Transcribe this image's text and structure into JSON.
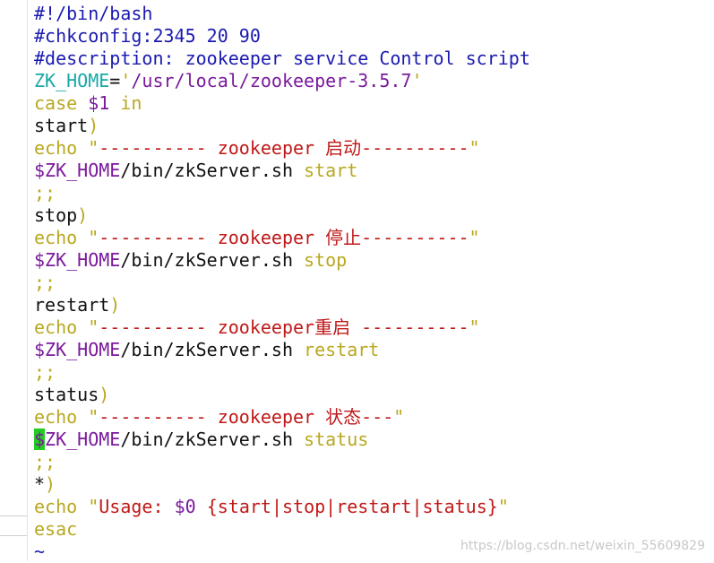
{
  "colors": {
    "plain": "#111111",
    "comment": "#1a1ab0",
    "keyword": "#b8a820",
    "variable": "#7a1a9c",
    "string": "#c01818",
    "constant": "#1aa8a8",
    "cursor": "#22cc22"
  },
  "lines": [
    [
      {
        "t": "#!/bin/bash",
        "c": "comment"
      }
    ],
    [
      {
        "t": "#chkconfig:2345 20 90",
        "c": "comment"
      }
    ],
    [
      {
        "t": "#description: zookeeper service Control script",
        "c": "comment"
      }
    ],
    [
      {
        "t": "ZK_HOME",
        "c": "constant"
      },
      {
        "t": "=",
        "c": "plain"
      },
      {
        "t": "'",
        "c": "keyword"
      },
      {
        "t": "/usr/local/zookeeper-3.5.7",
        "c": "variable"
      },
      {
        "t": "'",
        "c": "keyword"
      }
    ],
    [
      {
        "t": "case ",
        "c": "keyword"
      },
      {
        "t": "$1",
        "c": "variable"
      },
      {
        "t": " in",
        "c": "keyword"
      }
    ],
    [
      {
        "t": "start",
        "c": "plain"
      },
      {
        "t": ")",
        "c": "keyword"
      }
    ],
    [
      {
        "t": "echo ",
        "c": "keyword"
      },
      {
        "t": "\"",
        "c": "keyword"
      },
      {
        "t": "---------- zookeeper 启动----------",
        "c": "string"
      },
      {
        "t": "\"",
        "c": "keyword"
      }
    ],
    [
      {
        "t": "$ZK_HOME",
        "c": "variable"
      },
      {
        "t": "/bin/zkServer.sh ",
        "c": "plain"
      },
      {
        "t": "start",
        "c": "keyword"
      }
    ],
    [
      {
        "t": ";;",
        "c": "keyword"
      }
    ],
    [
      {
        "t": "stop",
        "c": "plain"
      },
      {
        "t": ")",
        "c": "keyword"
      }
    ],
    [
      {
        "t": "echo ",
        "c": "keyword"
      },
      {
        "t": "\"",
        "c": "keyword"
      },
      {
        "t": "---------- zookeeper 停止----------",
        "c": "string"
      },
      {
        "t": "\"",
        "c": "keyword"
      }
    ],
    [
      {
        "t": "$ZK_HOME",
        "c": "variable"
      },
      {
        "t": "/bin/zkServer.sh ",
        "c": "plain"
      },
      {
        "t": "stop",
        "c": "keyword"
      }
    ],
    [
      {
        "t": ";;",
        "c": "keyword"
      }
    ],
    [
      {
        "t": "restart",
        "c": "plain"
      },
      {
        "t": ")",
        "c": "keyword"
      }
    ],
    [
      {
        "t": "echo ",
        "c": "keyword"
      },
      {
        "t": "\"",
        "c": "keyword"
      },
      {
        "t": "---------- zookeeper重启 ----------",
        "c": "string"
      },
      {
        "t": "\"",
        "c": "keyword"
      }
    ],
    [
      {
        "t": "$ZK_HOME",
        "c": "variable"
      },
      {
        "t": "/bin/zkServer.sh ",
        "c": "plain"
      },
      {
        "t": "restart",
        "c": "keyword"
      }
    ],
    [
      {
        "t": ";;",
        "c": "keyword"
      }
    ],
    [
      {
        "t": "status",
        "c": "plain"
      },
      {
        "t": ")",
        "c": "keyword"
      }
    ],
    [
      {
        "t": "echo ",
        "c": "keyword"
      },
      {
        "t": "\"",
        "c": "keyword"
      },
      {
        "t": "---------- zookeeper 状态---",
        "c": "string"
      },
      {
        "t": "\"",
        "c": "keyword"
      }
    ],
    [
      {
        "t": "$",
        "c": "variable",
        "cursor": true
      },
      {
        "t": "ZK_HOME",
        "c": "variable"
      },
      {
        "t": "/bin/zkServer.sh ",
        "c": "plain"
      },
      {
        "t": "status",
        "c": "keyword"
      }
    ],
    [
      {
        "t": ";;",
        "c": "keyword"
      }
    ],
    [
      {
        "t": "*",
        "c": "plain"
      },
      {
        "t": ")",
        "c": "keyword"
      }
    ],
    [
      {
        "t": "echo ",
        "c": "keyword"
      },
      {
        "t": "\"",
        "c": "keyword"
      },
      {
        "t": "Usage: ",
        "c": "string"
      },
      {
        "t": "$0",
        "c": "variable"
      },
      {
        "t": " {start|stop|restart|status}",
        "c": "string"
      },
      {
        "t": "\"",
        "c": "keyword"
      }
    ],
    [
      {
        "t": "esac",
        "c": "keyword"
      }
    ],
    [
      {
        "t": "~",
        "c": "comment"
      }
    ]
  ],
  "watermark": "https://blog.csdn.net/weixin_55609829"
}
